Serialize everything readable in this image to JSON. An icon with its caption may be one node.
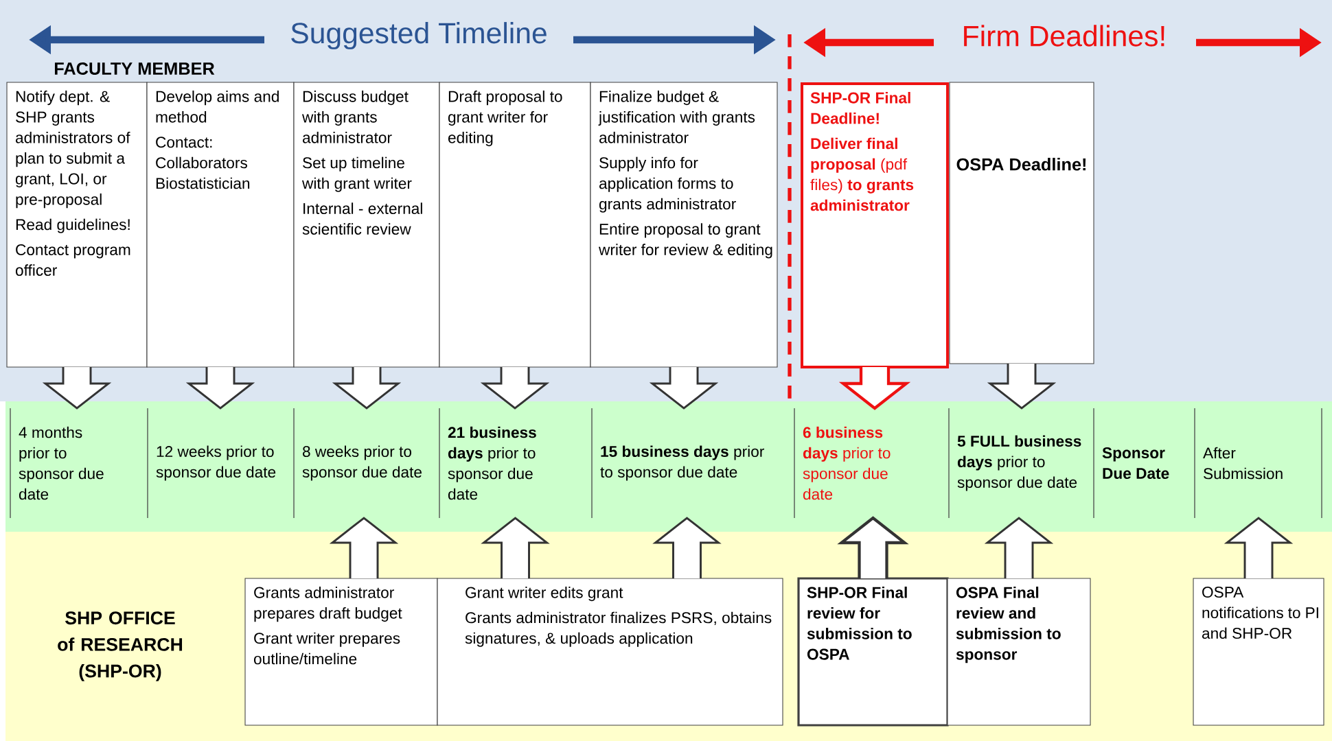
{
  "diagram": {
    "nodes": [
      {
        "text": [
          "Notify dept. & SHP grants administrators of plan to submit a grant, LOI, or pre-proposal",
          "Read guidelines!",
          "Contact program officer"
        ]
      },
      {
        "text": [
          "Develop aims and method",
          "Contact: Collaborators Biostatistician"
        ]
      },
      {
        "text": [
          "Discuss budget with grants administrator",
          "Set up timeline with grant writer",
          "Internal - external scientific review"
        ]
      },
      {
        "text": [
          "Draft proposal to grant writer for editing"
        ]
      },
      {
        "text": [
          "Finalize budget & justification with grants administrator",
          "Supply info for application forms to grants administrator",
          "Entire proposal to grant writer for review & editing"
        ]
      },
      {
        "text": [
          "SHP-OR Final Deadline!",
          "**Deliver final proposal** (pdf files) **to grants administrator**"
        ]
      },
      {
        "text": [
          "OSPA Deadline!"
        ]
      },
      {
        "text": [
          "4 months prior to sponsor due date"
        ]
      },
      {
        "text": [
          "12 weeks prior to sponsor due date"
        ]
      },
      {
        "text": [
          "8 weeks prior to sponsor due date"
        ]
      },
      {
        "text": [
          "**21 business days** prior to sponsor due date"
        ]
      },
      {
        "text": [
          "**15 business days** prior to sponsor due date"
        ]
      },
      {
        "text": [
          "**6 business days** prior to sponsor due date"
        ]
      },
      {
        "text": [
          "**5 FULL business days** prior to sponsor due date"
        ]
      },
      {
        "text": [
          "Sponsor Due Date"
        ]
      },
      {
        "text": [
          "After Submission"
        ]
      },
      {
        "text": [
          "Grants administrator prepares draft budget",
          "Grant writer prepares outline/timeline"
        ]
      },
      {
        "text": [
          "Grant writer edits grant",
          "Grants administrator finalizes PSRS, obtains signatures, & uploads application"
        ]
      },
      {
        "text": [
          "SHP-OR Final review for submission to OSPA"
        ]
      },
      {
        "text": [
          "OSPA Final review and submission to sponsor"
        ]
      },
      {
        "text": [
          "OSPA notifications to PI and SHP-OR"
        ]
      }
    ],
    "edges": [
      {
        "from": 0,
        "to": 7,
        "arrow": "to"
      },
      {
        "from": 1,
        "to": 8,
        "arrow": "to"
      },
      {
        "from": 2,
        "to": 9,
        "arrow": "to"
      },
      {
        "from": 3,
        "to": 10,
        "arrow": "to"
      },
      {
        "from": 4,
        "to": 11,
        "arrow": "to"
      },
      {
        "from": 5,
        "to": 12,
        "arrow": "to",
        "style": "thick",
        "color": "#ee1111"
      },
      {
        "from": 6,
        "to": 13,
        "arrow": "to"
      },
      {
        "from": 16,
        "to": 9,
        "arrow": "to"
      },
      {
        "from": 17,
        "to": 10,
        "arrow": "to"
      },
      {
        "from": 17,
        "to": 11,
        "arrow": "to"
      },
      {
        "from": 18,
        "to": 12,
        "arrow": "to",
        "style": "thick"
      },
      {
        "from": 19,
        "to": 13,
        "arrow": "to"
      },
      {
        "from": 20,
        "to": 15,
        "arrow": "to"
      }
    ],
    "labels": [
      "Suggested Timeline",
      "Firm Deadlines!",
      "FACULTY MEMBER",
      "SHP OFFICE of RESEARCH (SHP-OR)"
    ]
  }
}
